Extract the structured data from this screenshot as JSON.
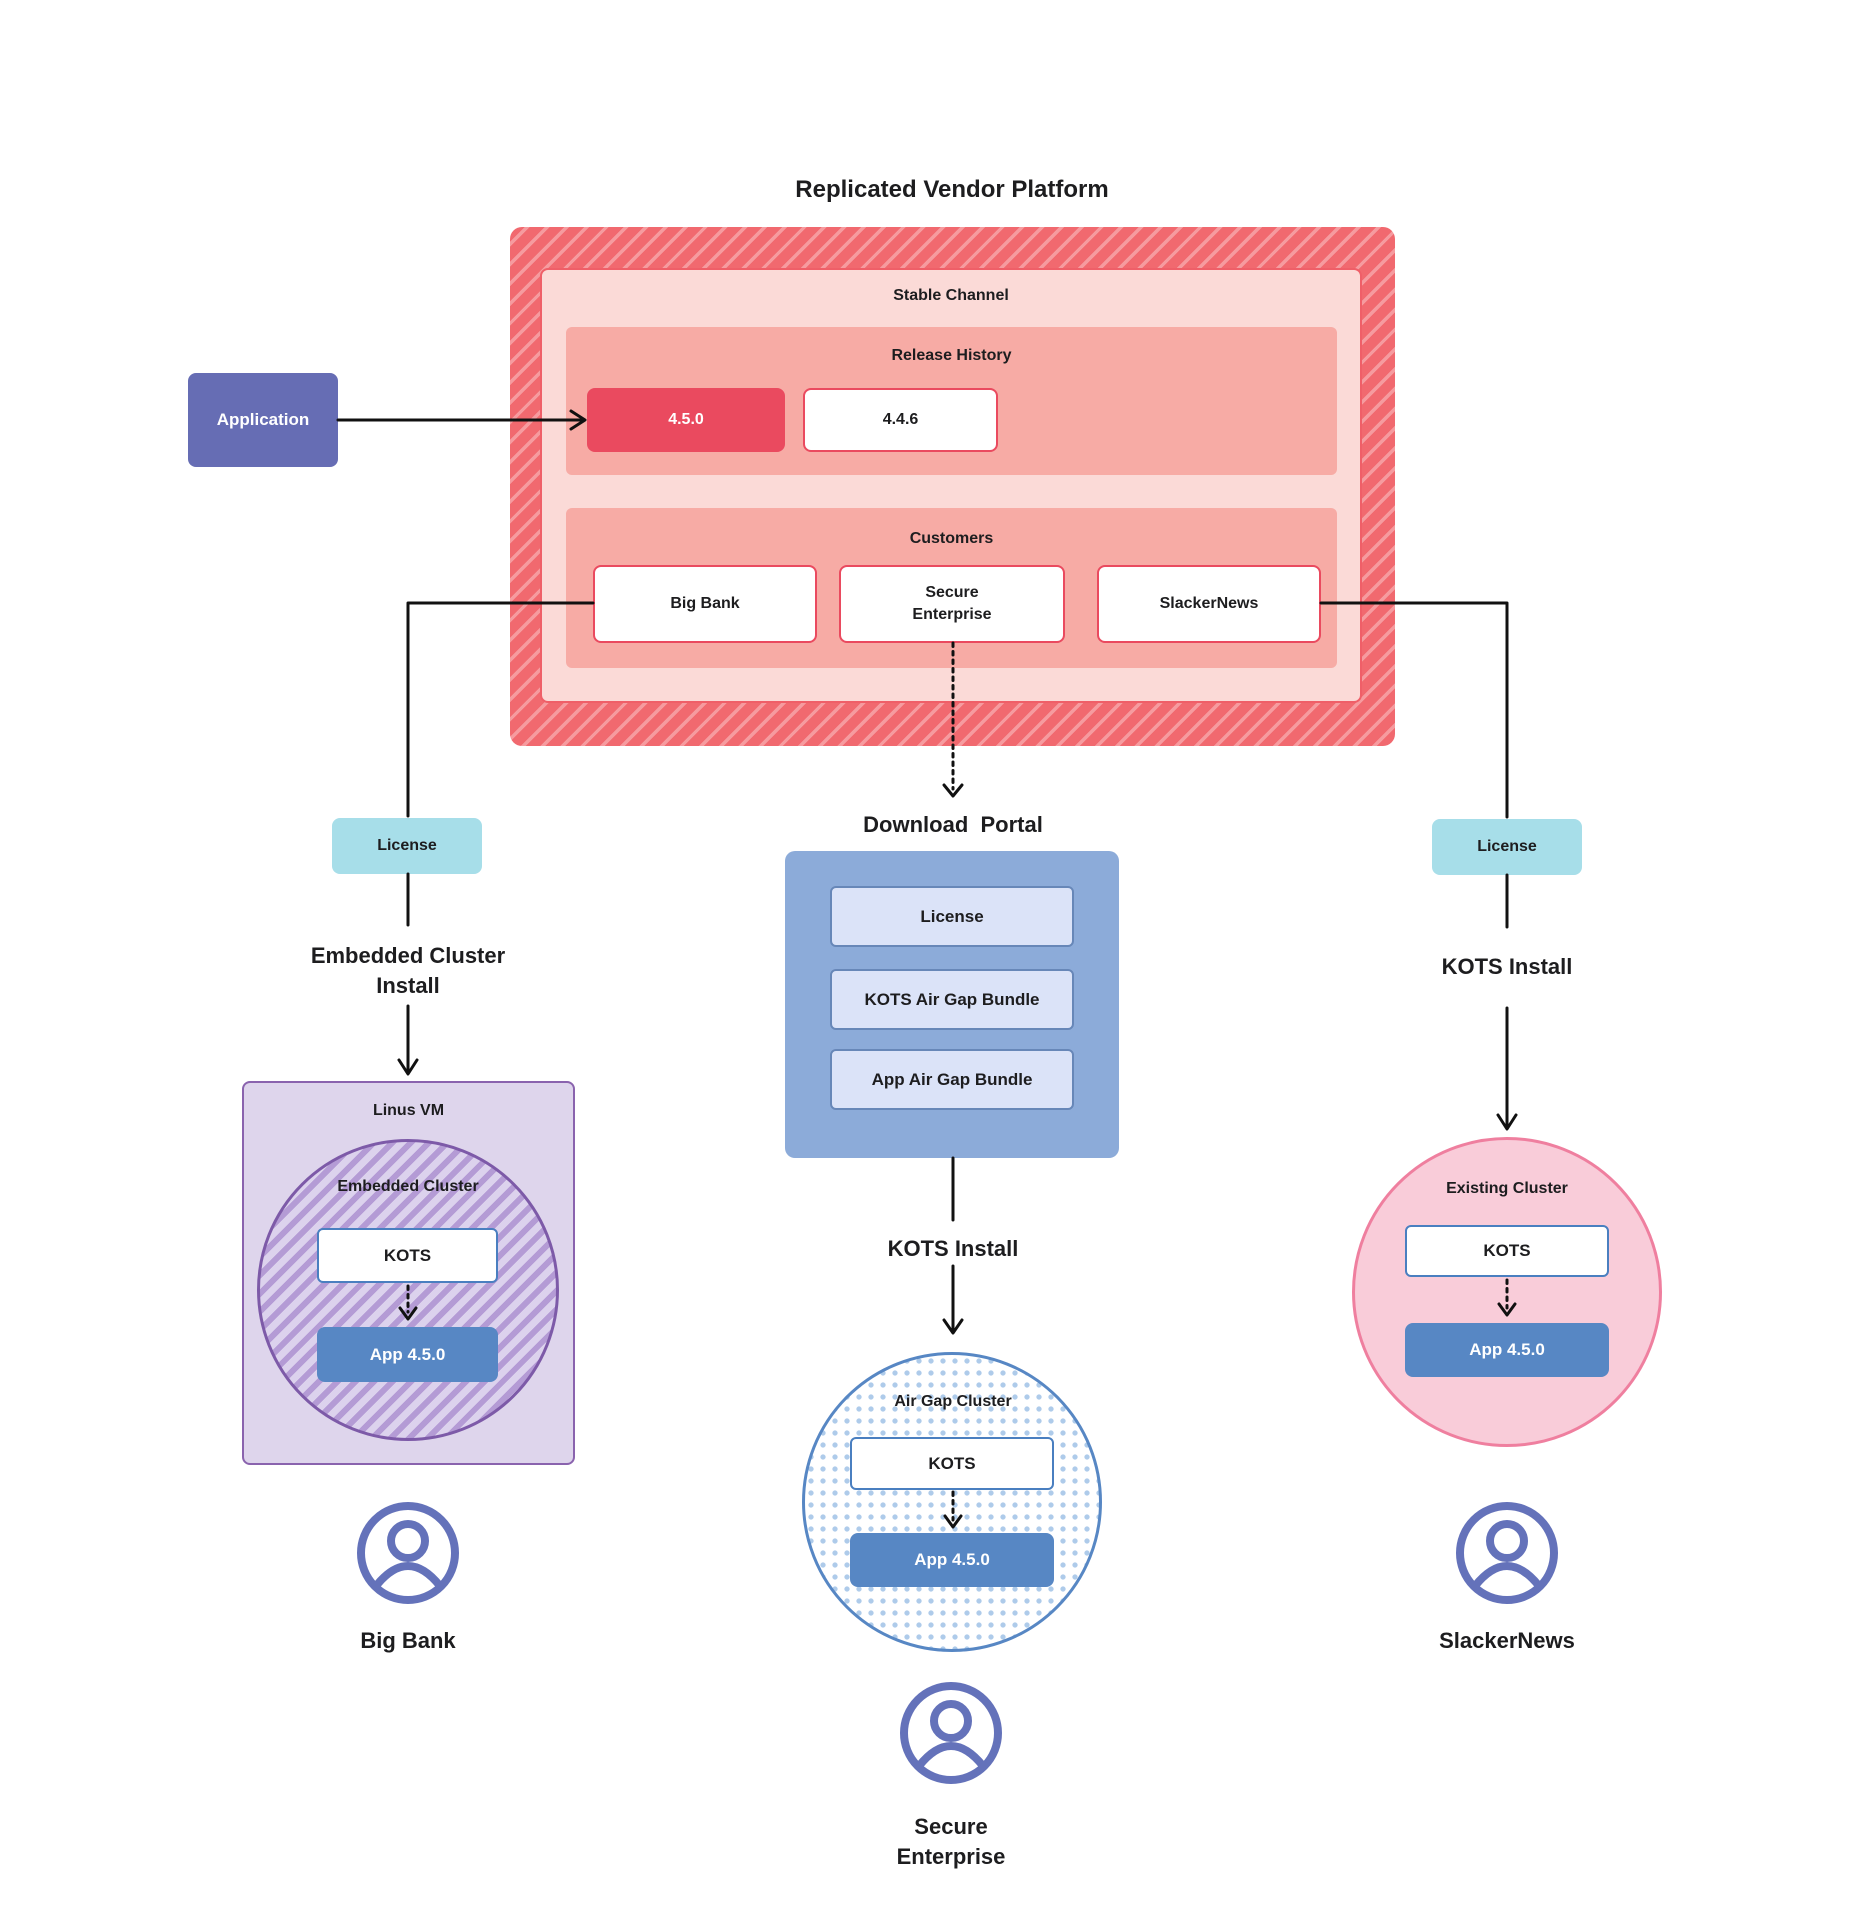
{
  "title": "Replicated Vendor Platform",
  "colors": {
    "platform_hatch": "#f1696f",
    "platform_hatch_light": "#f69b9f",
    "stable_fill": "#fbdad7",
    "salmon_fill": "#f7aba5",
    "release_accent": "#ea4a5f",
    "application_fill": "#666db4",
    "license_fill": "#a7dee9",
    "portal_fill": "#8cabd9",
    "portal_item_fill": "#dbe3f8",
    "app_blue": "#5787c4",
    "vm_fill": "#ded5ec",
    "vm_border": "#8a63ae",
    "existing_fill": "#f9ccd9",
    "existing_border": "#ef7f9f",
    "user_icon": "#6472ba"
  },
  "platform": {
    "stable_channel_label": "Stable Channel",
    "release_history": {
      "label": "Release History",
      "releases": [
        {
          "version": "4.5.0",
          "state": "current"
        },
        {
          "version": "4.4.6",
          "state": "previous"
        }
      ]
    },
    "customers": {
      "label": "Customers",
      "names": [
        "Big Bank",
        "Secure Enterprise",
        "SlackerNews"
      ]
    }
  },
  "application": {
    "label": "Application"
  },
  "flow_big_bank": {
    "license_label": "License",
    "install_label": "Embedded Cluster Install",
    "vm_label": "Linus VM",
    "cluster_label": "Embedded Cluster",
    "kots_label": "KOTS",
    "app_label": "App 4.5.0",
    "user_label": "Big Bank"
  },
  "flow_secure_enterprise": {
    "portal_title": "Download  Portal",
    "portal_items": [
      "License",
      "KOTS Air Gap Bundle",
      "App Air Gap Bundle"
    ],
    "install_label": "KOTS Install",
    "cluster_label": "Air Gap Cluster",
    "kots_label": "KOTS",
    "app_label": "App 4.5.0",
    "user_label": "Secure Enterprise"
  },
  "flow_slackernews": {
    "license_label": "License",
    "install_label": "KOTS Install",
    "cluster_label": "Existing Cluster",
    "kots_label": "KOTS",
    "app_label": "App 4.5.0",
    "user_label": "SlackerNews"
  }
}
